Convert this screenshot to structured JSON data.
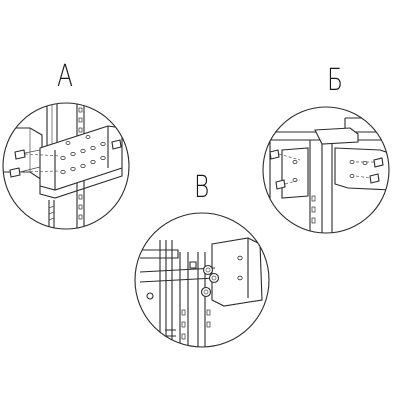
{
  "labels": {
    "a": "А",
    "b": "Б",
    "v": "В"
  },
  "colors": {
    "line": "#2b2b2b",
    "background": "#ffffff"
  }
}
